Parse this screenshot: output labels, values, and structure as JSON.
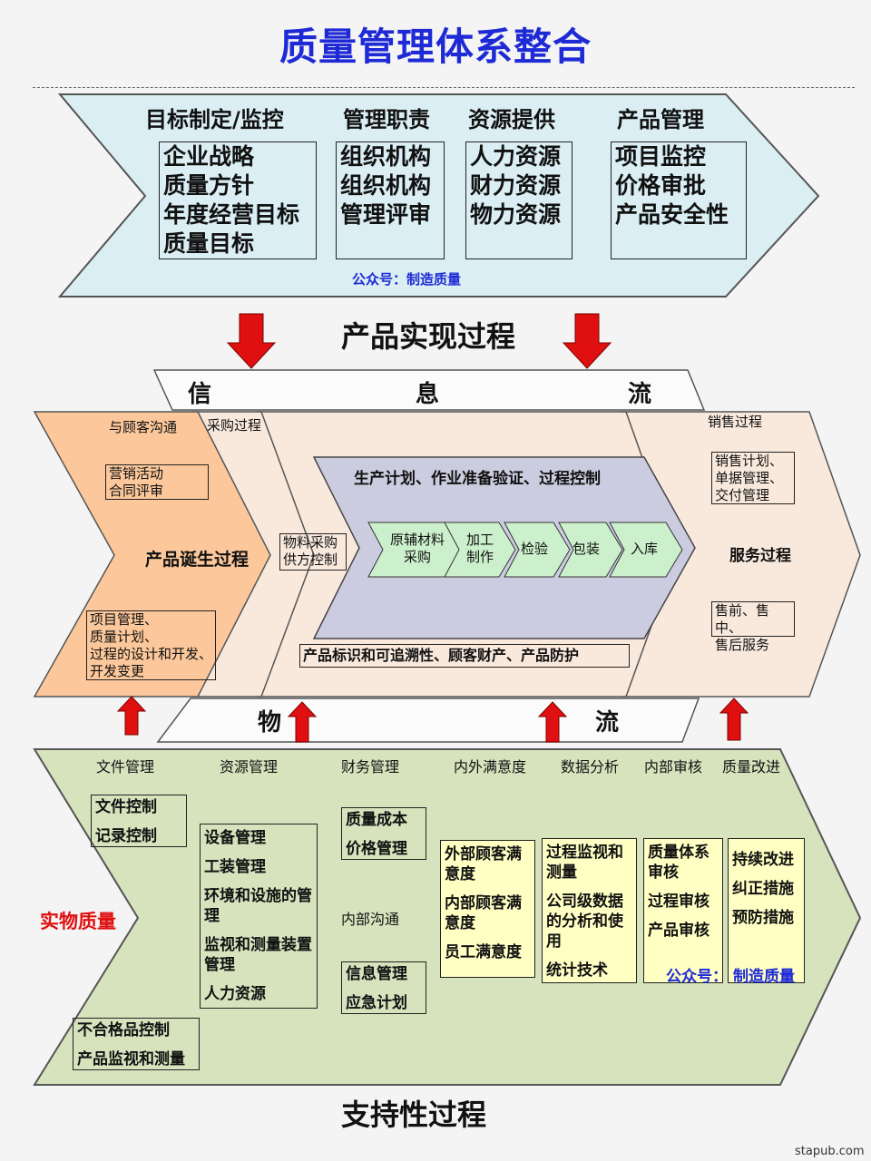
{
  "title": "质量管理体系整合",
  "top": {
    "headers": [
      "目标制定/监控",
      "管理职责",
      "资源提供",
      "产品管理"
    ],
    "col1": [
      "企业战略",
      "质量方针",
      "年度经营目标",
      "质量目标"
    ],
    "col2": [
      "组织机构",
      "组织机构",
      "管理评审"
    ],
    "col3": [
      "人力资源",
      "财力资源",
      "物力资源"
    ],
    "col4": [
      "项目监控",
      "价格审批",
      "产品安全性"
    ],
    "watermark": "公众号：制造质量"
  },
  "middle": {
    "section_title": "产品实现过程",
    "info_flow": [
      "信",
      "息",
      "流"
    ],
    "material_flow": [
      "物",
      "流"
    ],
    "customer": {
      "label": "与顾客沟通",
      "box": [
        "营销活动",
        "合同评审"
      ],
      "main": "产品诞生过程",
      "bottom_box": [
        "项目管理、",
        "质量计划、",
        "过程的设计和开发、",
        "开发变更"
      ]
    },
    "purchase": {
      "label": "采购过程",
      "box": [
        "物料采购",
        "供方控制"
      ]
    },
    "production": {
      "title": "生产计划、作业准备验证、过程控制",
      "steps": [
        [
          "原辅材料",
          "采购"
        ],
        [
          "加工",
          "制作"
        ],
        [
          "检验"
        ],
        [
          "包装"
        ],
        [
          "入库"
        ]
      ],
      "bottom": "产品标识和可追溯性、顾客财产、产品防护"
    },
    "sales": {
      "label": "销售过程",
      "box": [
        "销售计划、",
        "单据管理、",
        "交付管理"
      ],
      "main": "服务过程",
      "box2": [
        "售前、售中、",
        "售后服务"
      ]
    }
  },
  "bottom": {
    "section_title": "支持性过程",
    "headers": [
      "文件管理",
      "资源管理",
      "财务管理",
      "内外满意度",
      "数据分析",
      "内部审核",
      "质量改进"
    ],
    "physical_quality": "实物质量",
    "doc_box": [
      "文件控制",
      "记录控制"
    ],
    "resource_box": [
      "设备管理",
      "工装管理",
      "环境和设施的管理",
      "监视和测量装置管理",
      "人力资源"
    ],
    "finance_box": [
      "质量成本",
      "价格管理"
    ],
    "internal_comm": "内部沟通",
    "info_box": [
      "信息管理",
      "应急计划"
    ],
    "nonconform_box": [
      "不合格品控制",
      "产品监视和测量"
    ],
    "satisfaction_box": [
      "外部顾客满意度",
      "内部顾客满意度",
      "员工满意度"
    ],
    "data_box": [
      "过程监视和测量",
      "公司级数据的分析和使用",
      "统计技术"
    ],
    "audit_box": [
      "质量体系审核",
      "过程审核",
      "产品审核"
    ],
    "improve_box": [
      "持续改进",
      "纠正措施",
      "预防措施"
    ],
    "watermark": [
      "公众号：",
      "制造质量"
    ]
  },
  "footer": "stapub.com"
}
